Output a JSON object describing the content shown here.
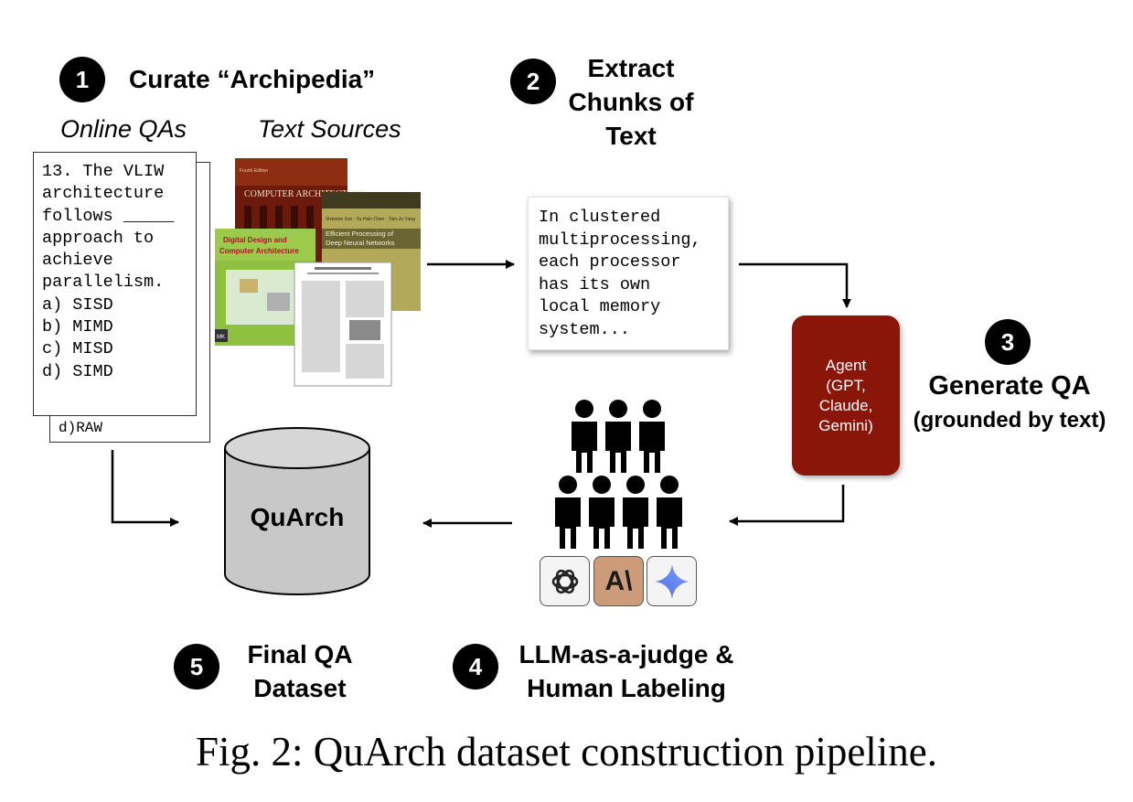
{
  "steps": [
    {
      "number": "1",
      "title": "Curate “Archipedia”"
    },
    {
      "number": "2",
      "title_lines": [
        "Extract",
        "Chunks of",
        "Text"
      ]
    },
    {
      "number": "3",
      "title_lines": [
        "Generate QA",
        "(grounded by text)"
      ]
    },
    {
      "number": "4",
      "title_lines": [
        "LLM-as-a-judge &",
        "Human Labeling"
      ]
    },
    {
      "number": "5",
      "title_lines": [
        "Final QA",
        "Dataset"
      ]
    }
  ],
  "sources": {
    "online_qas_label": "Online QAs",
    "text_sources_label": "Text Sources",
    "qa_sheet_lines": [
      "13. The VLIW",
      "architecture",
      "follows _____",
      "approach to",
      "achieve",
      "parallelism.",
      "a) SISD",
      "b) MIMD",
      "c) MISD",
      "d) SIMD"
    ],
    "qa_back_sheet_line": "d)RAW",
    "book_titles": {
      "comp_arch": "COMPUTER ARCHITECTURE",
      "efficient": "Efficient Processing of Deep Neural Networks",
      "digital_design": "Digital Design and Computer Architecture"
    }
  },
  "chunk": {
    "text_lines": [
      "In clustered",
      "multiprocessing,",
      "each processor",
      "has its own",
      "local memory",
      "system..."
    ]
  },
  "agent": {
    "lines": [
      "Agent",
      "(GPT,",
      "Claude,",
      "Gemini)"
    ],
    "color": "#8a1509"
  },
  "dataset": {
    "label": "QuArch"
  },
  "judges": {
    "logos": [
      {
        "name": "openai-logo-icon",
        "bg": "#f4f4f4"
      },
      {
        "name": "anthropic-logo-icon",
        "bg": "#cc9b7a",
        "text": "A\\"
      },
      {
        "name": "gemini-logo-icon",
        "bg": "#f4f4f4"
      }
    ]
  },
  "caption": "Fig. 2: QuArch dataset construction pipeline."
}
